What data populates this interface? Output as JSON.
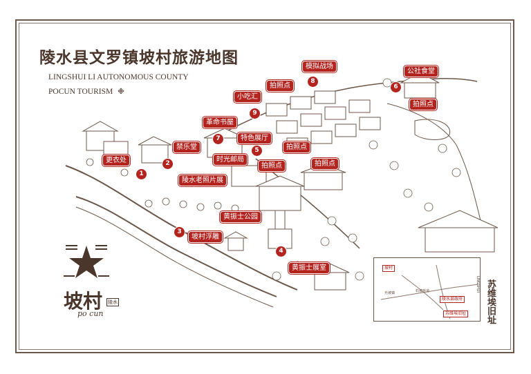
{
  "map": {
    "title": "陵水县文罗镇坡村旅游地图",
    "subtitle_line1": "LINGSHUI LI AUTONOMOUS COUNTY",
    "subtitle_line2": "POCUN TOURISM",
    "ornament": "❉"
  },
  "places": [
    {
      "id": "1",
      "label": "更衣处"
    },
    {
      "id": "2",
      "label": "禁乐堂"
    },
    {
      "id": "3",
      "label": "坡村浮雕"
    },
    {
      "id": "4",
      "label": "黄振士展室"
    },
    {
      "id": "5",
      "label": "特色展厅"
    },
    {
      "id": "6",
      "label": "公社食堂"
    },
    {
      "id": "7",
      "label": "革命书屋"
    },
    {
      "id": "8",
      "label": "模拟战场"
    },
    {
      "id": "9",
      "label": "小吃汇"
    }
  ],
  "other_labels": {
    "time_post": "时光邮局",
    "old_photos": "陵水老照片展",
    "park": "黄振士公园",
    "photo_spot": "拍照点"
  },
  "inset": {
    "pocun": "坡村",
    "county_gov": "陵水县政府",
    "su_wei": "苏维埃旧址",
    "road1": "光坡镇",
    "road2": "石坡桥道"
  },
  "side": {
    "soviet_site": "苏维埃旧址",
    "site_en": "LINGSHUI"
  },
  "logo": {
    "brand": "坡村",
    "small": "陵水",
    "pinyin": "po cun"
  },
  "colors": {
    "accent": "#b3241f",
    "ink": "#4a362b",
    "frame": "#6b5648"
  }
}
